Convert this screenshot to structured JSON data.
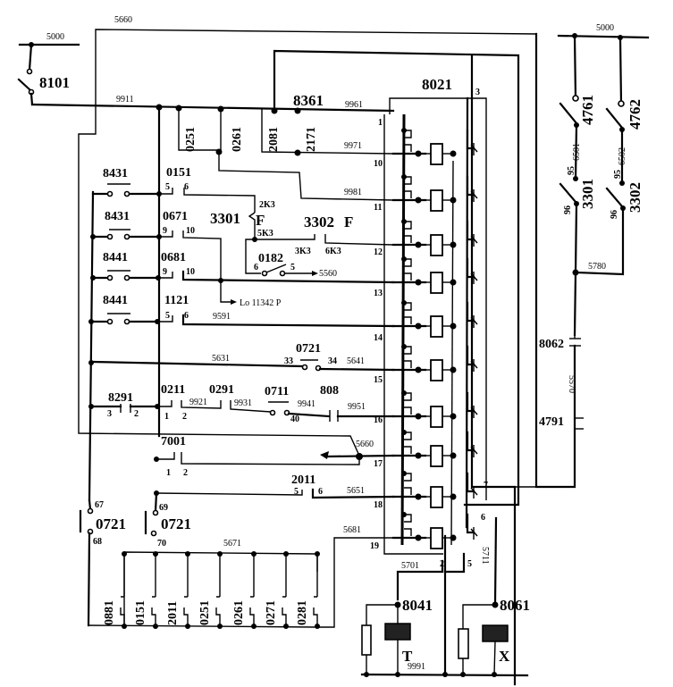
{
  "diagram": {
    "title": "Relay control circuit schematic",
    "supply_labels": [
      "5000",
      "5000"
    ],
    "wire_labels": {
      "top_loop": "5660",
      "bus_9911": "9911",
      "w_9961": "9961",
      "w_9971": "9971",
      "w_9981": "9981",
      "w_9591": "9591",
      "w_5631": "5631",
      "w_5641": "5641",
      "w_9921": "9921",
      "w_9931": "9931",
      "w_9941": "9941",
      "w_9951": "9951",
      "w_5660_b": "5660",
      "w_5651": "5651",
      "w_5681": "5681",
      "w_5671": "5671",
      "w_5701": "5701",
      "w_5711": "5711",
      "w_9991": "9991",
      "w_5560": "5560",
      "w_5780": "5780",
      "w_5570": "5570",
      "w_6501": "6501",
      "w_6502": "6502",
      "lo_ref": "Lo 11342 P"
    },
    "components": {
      "sw_8101": "8101",
      "relay_8361": "8361",
      "module_8021": "8021",
      "c_0251": "0251",
      "c_0261": "0261",
      "c_2081": "2081",
      "c_2171": "2171",
      "b_8431a": "8431",
      "b_8431b": "8431",
      "b_8441a": "8441",
      "b_8441b": "8441",
      "c_0151": "0151",
      "c_0671": "0671",
      "c_0681": "0681",
      "c_1121": "1121",
      "c_3301": "3301",
      "c_3302": "3302",
      "f_mark": "F",
      "c_0182": "0182",
      "c_0721a": "0721",
      "c_8291": "8291",
      "c_0211": "0211",
      "c_0291": "0291",
      "c_0711": "0711",
      "c_808": "808",
      "c_7001": "7001",
      "c_2011": "2011",
      "c_0721b": "0721",
      "c_0721c": "0721",
      "bot_contacts": [
        "0881",
        "0151",
        "2011",
        "0251",
        "0261",
        "0271",
        "0281"
      ],
      "v_8041": "8041",
      "v_8061": "8061",
      "v_T": "T",
      "v_X": "X",
      "s_4761": "4761",
      "s_4762": "4762",
      "s_3301": "3301",
      "s_3302": "3302",
      "c_8062": "8062",
      "c_4791": "4791"
    },
    "pins": {
      "p1": "1",
      "p10": "10",
      "p11": "11",
      "p12": "12",
      "p13": "13",
      "p14": "14",
      "p15": "15",
      "p16": "16",
      "p17": "17",
      "p18": "18",
      "p19": "19",
      "p2": "2",
      "p3": "3",
      "p5": "5",
      "p6": "6",
      "p7": "7",
      "k2k3": "2K3",
      "k5k3": "5K3",
      "k3k3": "3K3",
      "k6k3": "6K3",
      "n5": "5",
      "n6": "6",
      "n9": "9",
      "n10": "10",
      "n33": "33",
      "n34": "34",
      "n40": "40",
      "n1": "1",
      "n2": "2",
      "n3": "3",
      "n67": "67",
      "n68": "68",
      "n69": "69",
      "n70": "70",
      "n95": "95",
      "n96": "96"
    }
  }
}
